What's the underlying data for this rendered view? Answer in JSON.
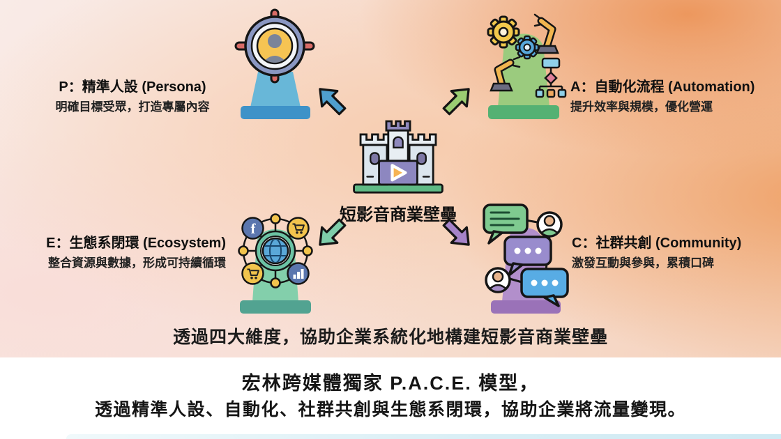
{
  "center": {
    "label": "短影音商業壁壘"
  },
  "quadrants": {
    "persona": {
      "title": "P：精準人設 (Persona)",
      "subtitle": "明確目標受眾，打造專屬內容"
    },
    "automation": {
      "title": "A：自動化流程 (Automation)",
      "subtitle": "提升效率與規模，優化營運"
    },
    "ecosystem": {
      "title": "E：生態系閉環 (Ecosystem)",
      "subtitle": "整合資源與數據，形成可持續循環"
    },
    "community": {
      "title": "C：社群共創 (Community)",
      "subtitle": "激發互動與參與，累積口碑"
    }
  },
  "caption": "透過四大維度，協助企業系統化地構建短影音商業壁壘",
  "footer": {
    "line1": "宏林跨媒體獨家 P.A.C.E. 模型，",
    "line2": "透過精準人設、自動化、社群共創與生態系閉環，協助企業將流量變現。"
  },
  "icons": {
    "center": "castle-with-play-button",
    "persona": "target-person",
    "automation": "gears-robot-arms-flowchart",
    "ecosystem": "globe-network",
    "community": "chat-bubbles-avatars"
  },
  "colors": {
    "arrow_persona": "#4f9fce",
    "arrow_automation": "#9bcd72",
    "arrow_ecosystem": "#7fceaa",
    "arrow_community": "#a583c8",
    "pedestal_persona": "#68b7d8",
    "pedestal_persona_base": "#3e92c8",
    "pedestal_automation": "#9bcb7e",
    "pedestal_automation_base": "#54b173",
    "pedestal_ecosystem": "#83cfab",
    "pedestal_ecosystem_base": "#52a391",
    "pedestal_community": "#b28fcb",
    "pedestal_community_base": "#9a72b8"
  }
}
